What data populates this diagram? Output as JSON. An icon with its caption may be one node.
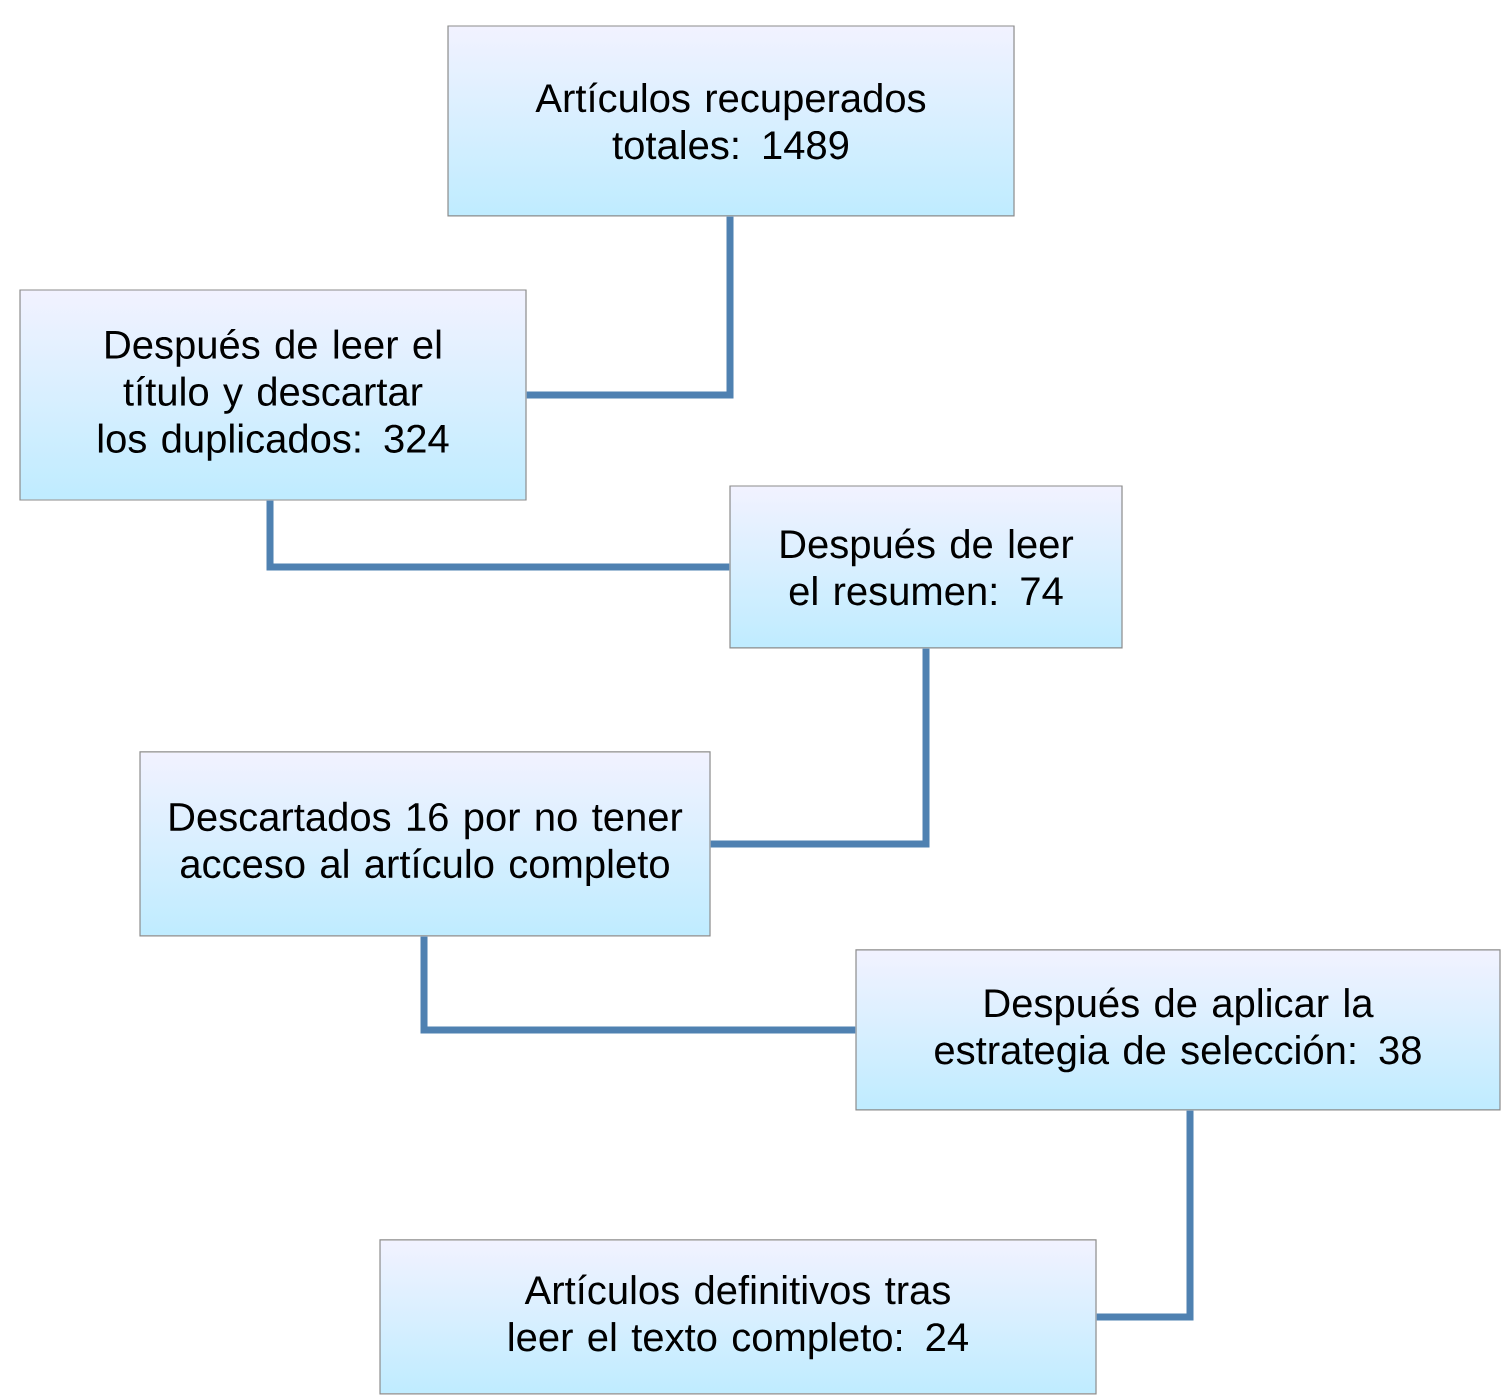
{
  "diagram": {
    "nodes": [
      {
        "text": [
          "Artículos recuperados totales: 1489"
        ]
      },
      {
        "text": [
          "Después de leer el título y descartar los duplicados: 324"
        ]
      },
      {
        "text": [
          "Después de leer el resumen: 74"
        ]
      },
      {
        "text": [
          "Descartados 16 por no tener acceso al artículo completo"
        ]
      },
      {
        "text": [
          "Después de aplicar la estrategia de selección: 38"
        ]
      },
      {
        "text": [
          "Artículos definitivos tras leer el texto completo: 24"
        ]
      }
    ],
    "edges": [
      {
        "from": 0,
        "to": 1,
        "arrow": "none"
      },
      {
        "from": 1,
        "to": 2,
        "arrow": "none"
      },
      {
        "from": 2,
        "to": 3,
        "arrow": "none"
      },
      {
        "from": 3,
        "to": 4,
        "arrow": "none"
      },
      {
        "from": 4,
        "to": 5,
        "arrow": "none"
      }
    ]
  }
}
